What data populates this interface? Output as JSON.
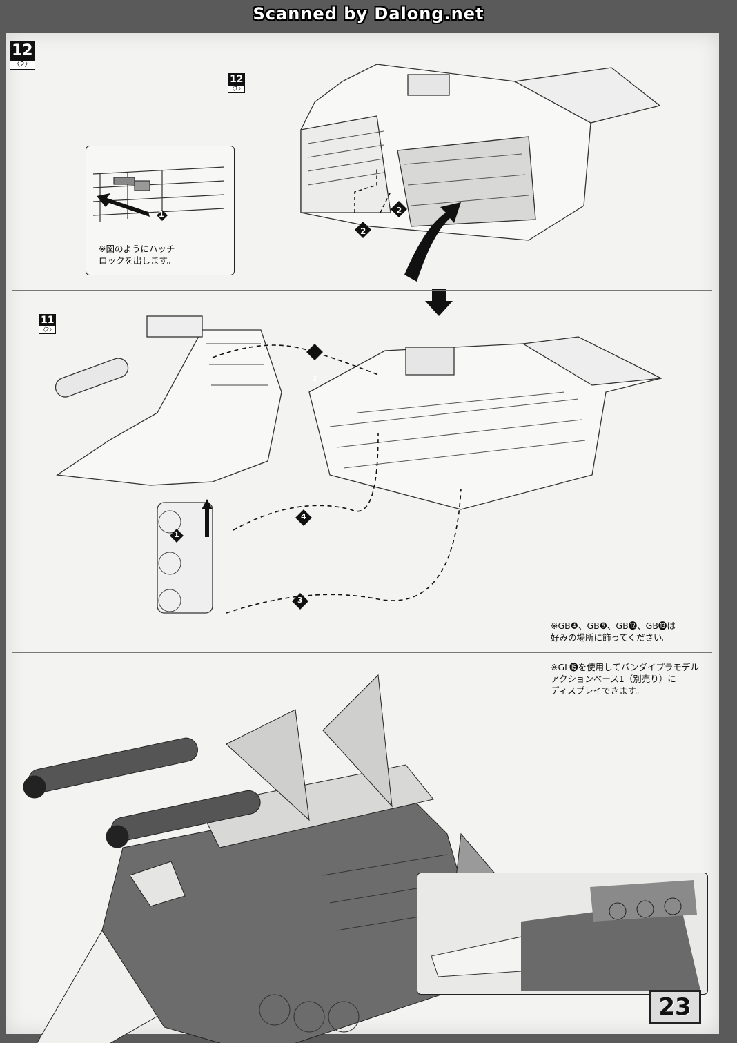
{
  "header": {
    "scan_credit": "Scanned by Dalong.net"
  },
  "step_top": {
    "number": "12",
    "sub": "〈2〉"
  },
  "step_top_ref": {
    "number": "12",
    "sub": "〈1〉"
  },
  "step_mid_ref": {
    "number": "11",
    "sub": "〈2〉"
  },
  "notes": {
    "hatch_lock": "※図のようにハッチ\nロックを出します。",
    "gb_parts": "※GB❹、GB❺、GB⓬、GB⓭は\n好みの場所に飾ってください。",
    "gl_display": "※GL⓯を使用してバンダイプラモデル\nアクションベース1（別売り）に\nディスプレイできます。"
  },
  "callouts": {
    "inset_one": "1",
    "top_two_a": "2",
    "top_two_b": "2",
    "mid_one": "1",
    "mid_two": "2",
    "mid_three": "3",
    "mid_four": "4"
  },
  "page_number": "23",
  "colors": {
    "page": "#f3f3f1",
    "ink": "#111111",
    "frame": "#5a5a5a"
  }
}
